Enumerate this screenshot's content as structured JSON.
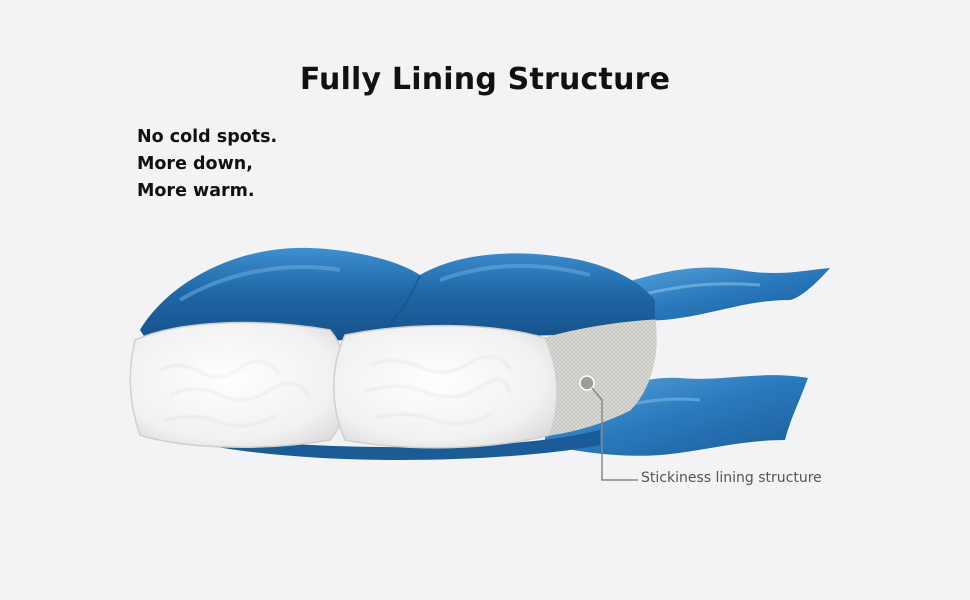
{
  "title": "Fully Lining Structure",
  "tagline": [
    "No cold spots.",
    "More down,",
    "More warm."
  ],
  "callout": {
    "label": "Stickiness lining structure"
  },
  "colors": {
    "background": "#f3f3f5",
    "shell_blue": "#1f68a8",
    "shell_highlight": "#5aa6dd",
    "down_fill": "#f4f4f4",
    "lining_mesh": "#d9d9d6",
    "leader_line": "#888888"
  }
}
